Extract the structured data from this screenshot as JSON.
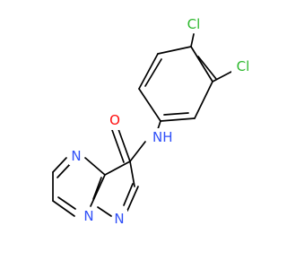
{
  "structure": {
    "atoms": [
      {
        "id": "cl1",
        "symbol": "Cl",
        "color": "#2db82d"
      },
      {
        "id": "cl2",
        "symbol": "Cl",
        "color": "#2db82d"
      },
      {
        "id": "o",
        "symbol": "O",
        "color": "#ff0d0d"
      },
      {
        "id": "nh",
        "symbol": "N",
        "sub": "H",
        "color": "#3050f8"
      },
      {
        "id": "n4",
        "symbol": "N",
        "color": "#3050f8"
      },
      {
        "id": "n7a",
        "symbol": "N",
        "color": "#3050f8"
      },
      {
        "id": "n1",
        "symbol": "N",
        "color": "#3050f8"
      }
    ]
  }
}
